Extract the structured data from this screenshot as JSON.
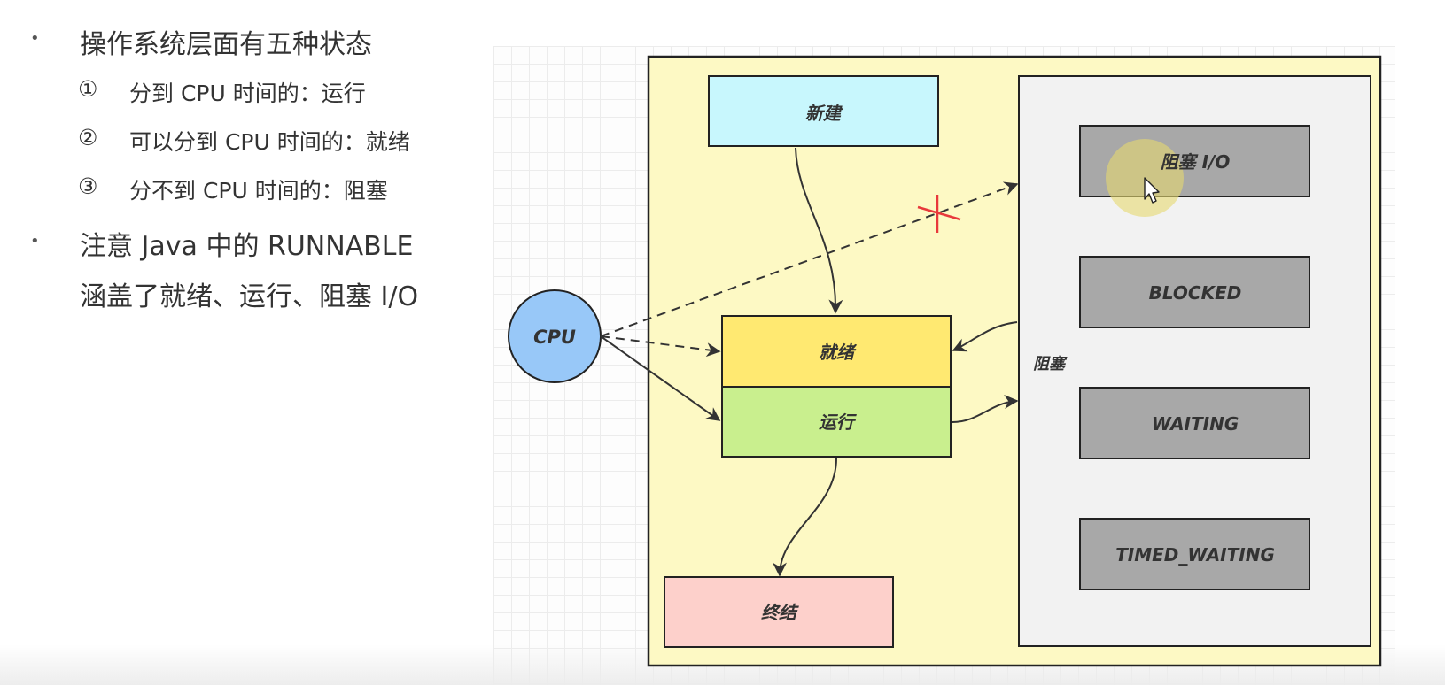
{
  "notes": {
    "bullet1": "操作系统层面有五种状态",
    "items": [
      {
        "num": "①",
        "text": "分到 CPU 时间的：运行"
      },
      {
        "num": "②",
        "text": "可以分到 CPU 时间的：就绪"
      },
      {
        "num": "③",
        "text": "分不到 CPU 时间的：阻塞"
      }
    ],
    "bullet2_line1": "注意 Java 中的 RUNNABLE",
    "bullet2_line2": "涵盖了就绪、运行、阻塞 I/O"
  },
  "diagram": {
    "cpu": "CPU",
    "new": "新建",
    "ready": "就绪",
    "running": "运行",
    "terminated": "终结",
    "blocked_group": "阻塞",
    "blocked_states": [
      "阻塞 I/O",
      "BLOCKED",
      "WAITING",
      "TIMED_WAITING"
    ],
    "colors": {
      "outer_box": "#fdf9c4",
      "new": "#c8f7fd",
      "ready": "#ffe971",
      "running": "#c9ef8e",
      "terminated": "#fdd0cb",
      "blocked_panel": "#f2f2f2",
      "blocked_state": "#a8a8a8",
      "cpu": "#98c8f8",
      "cross_mark": "#e8393b",
      "cursor_highlight": "#e6d96f"
    }
  }
}
